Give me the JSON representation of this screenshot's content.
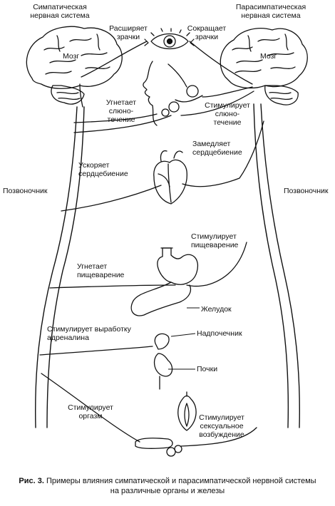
{
  "left_system": "Симпатическая\nнервная система",
  "right_system": "Парасимпатическая\nнервная система",
  "brain_left": "Мозг",
  "brain_right": "Мозг",
  "spine_left": "Позвоночник",
  "spine_right": "Позвоночник",
  "effects": {
    "dilate_pupils": "Расширяет\nзрачки",
    "constrict_pupils": "Сокращает\nзрачки",
    "inhibit_saliva": "Угнетает\nслюно-\nтечение",
    "stimulate_saliva": "Стимулирует\nслюно-\nтечение",
    "slow_heart": "Замедляет\nсердцебиение",
    "speed_heart": "Ускоряет\nсердцебиение",
    "stimulate_digestion": "Стимулирует\nпищеварение",
    "inhibit_digestion": "Угнетает\nпищеварение",
    "adrenaline": "Стимулирует выработку\nадреналина",
    "orgasm": "Стимулирует\nоргазм",
    "arousal": "Стимулирует\nсексуальное\nвозбуждение"
  },
  "organs": {
    "stomach": "Желудок",
    "adrenal": "Надпочечник",
    "kidneys": "Почки"
  },
  "caption": {
    "prefix": "Рис. 3.",
    "text": " Примеры влияния симпатической и парасимпатической нервной системы\nна различные органы и железы"
  },
  "colors": {
    "line": "#111111",
    "fill": "#ffffff"
  }
}
